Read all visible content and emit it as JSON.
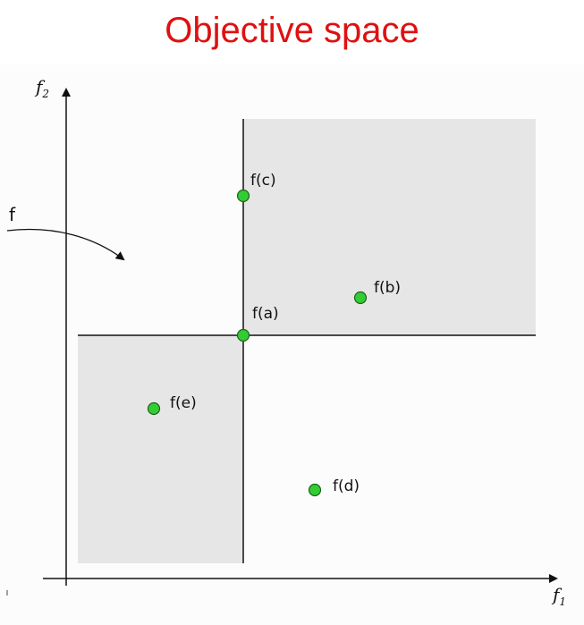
{
  "title": "Objective space",
  "axes": {
    "x_label_main": "f",
    "x_label_sub": "1",
    "y_label_main": "f",
    "y_label_sub": "2"
  },
  "mapping_label": "f",
  "points": [
    {
      "id": "a",
      "label": "f(a)"
    },
    {
      "id": "b",
      "label": "f(b)"
    },
    {
      "id": "c",
      "label": "f(c)"
    },
    {
      "id": "d",
      "label": "f(d)"
    },
    {
      "id": "e",
      "label": "f(e)"
    }
  ],
  "colors": {
    "title": "#e01010",
    "point_fill": "#33cc33",
    "region_fill": "#e6e6e6"
  }
}
